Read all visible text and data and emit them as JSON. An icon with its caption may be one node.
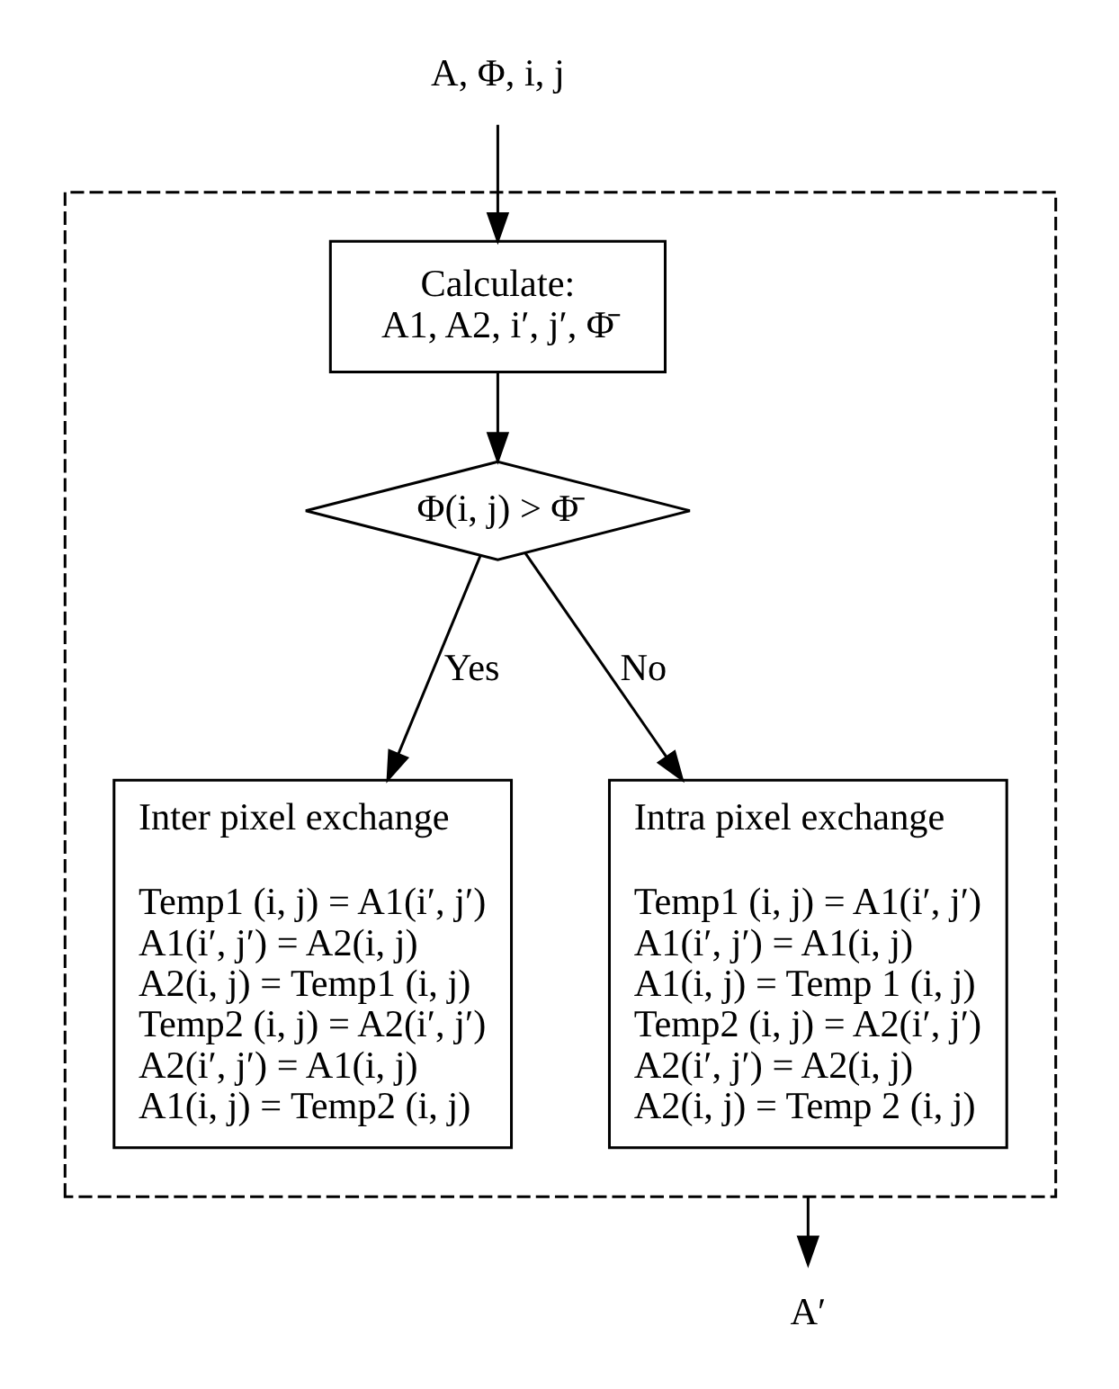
{
  "diagram": {
    "nodes": [
      {
        "text": [
          "A, Φ, i, j"
        ]
      },
      {
        "text": [],
        "shape": "box"
      },
      {
        "text": [
          "Calculate:",
          "A1, A2, i′, j′, Φ̄"
        ],
        "in": 1
      },
      {
        "text": [
          "Φ(i, j) > Φ̄"
        ],
        "in": 1
      },
      {
        "text": [
          "Inter pixel exchange",
          "Temp1 (i, j) = A1(i′, j′)",
          "A1(i′, j′) = A2(i, j)",
          "A2(i, j) = Temp1 (i, j)",
          "Temp2 (i, j) = A2(i′, j′)",
          "A2(i′, j′) = A1(i, j)",
          "A1(i, j) = Temp2 (i, j)"
        ],
        "in": 1
      },
      {
        "text": [
          "Intra pixel exchange",
          "Temp1 (i, j) = A1(i′, j′)",
          "A1(i′, j′) = A1(i, j)",
          "A1(i, j) = Temp 1 (i, j)",
          "Temp2 (i, j) = A2(i′, j′)",
          "A2(i′, j′) = A2(i, j)",
          "A2(i, j) = Temp 2 (i, j)"
        ],
        "in": 1
      },
      {
        "text": [
          "A′"
        ]
      }
    ],
    "edges": [
      {
        "from": 0,
        "to": 2,
        "arrow": "to"
      },
      {
        "from": 2,
        "to": 3,
        "arrow": "to"
      },
      {
        "from": 3,
        "to": 4,
        "arrow": "to",
        "label": "Yes"
      },
      {
        "from": 3,
        "to": 5,
        "arrow": "to",
        "label": "No"
      },
      {
        "from": 1,
        "to": 6,
        "arrow": "to"
      }
    ]
  }
}
